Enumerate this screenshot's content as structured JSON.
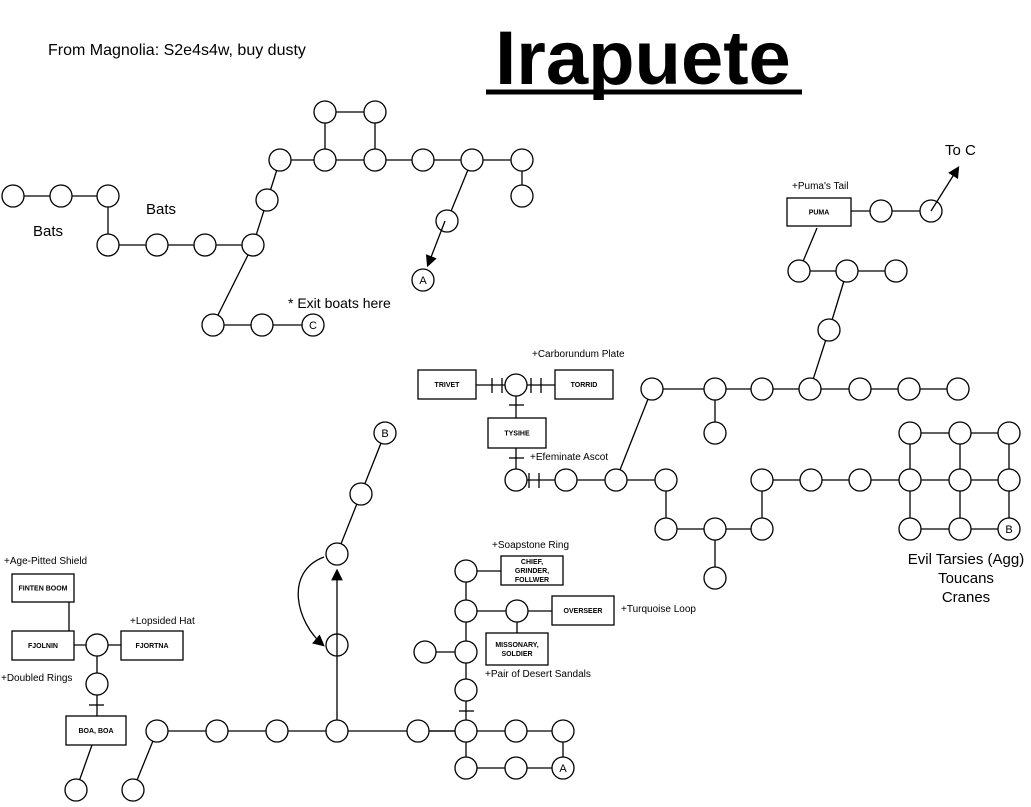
{
  "title": "Irapuete",
  "directions": "From Magnolia: S2e4s4w, buy dusty",
  "labels": {
    "bats_left": "Bats",
    "bats_right": "Bats",
    "exit_boats": "* Exit boats here",
    "to_c": "To C",
    "area_east": [
      "Evil Tarsies (Agg)",
      "Toucans",
      "Cranes"
    ]
  },
  "markers": {
    "a": "A",
    "b": "B",
    "c": "C"
  },
  "npcs": {
    "puma": "PUMA",
    "trivet": "TRIVET",
    "torrid": "TORRID",
    "tysihe": "TYSIHE",
    "chief": [
      "CHIEF,",
      "GRINDER,",
      "FOLLWER"
    ],
    "overseer": "OVERSEER",
    "missonary": [
      "MISSONARY,",
      "SOLDIER"
    ],
    "finten": "FINTEN BOOM",
    "fjolnin": "FJOLNIN",
    "fjortna": "FJORTNA",
    "boa": "BOA, BOA"
  },
  "items": {
    "puma_tail": "+Puma's Tail",
    "carborundum": "+Carborundum Plate",
    "ascot": "+Efeminate Ascot",
    "soapstone": "+Soapstone Ring",
    "turquoise": "+Turquoise Loop",
    "sandals": "+Pair of Desert Sandals",
    "age_shield": "+Age-Pitted Shield",
    "lopsided_hat": "+Lopsided Hat",
    "doubled_rings": "+Doubled Rings"
  }
}
